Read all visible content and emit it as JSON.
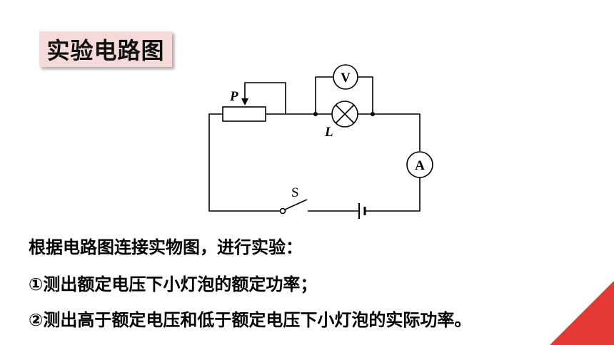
{
  "title": "实验电路图",
  "circuit": {
    "labels": {
      "rheostat_slider": "P",
      "lamp": "L",
      "voltmeter": "V",
      "ammeter": "A",
      "switch": "S"
    }
  },
  "instructions": {
    "line1": "根据电路图连接实物图，进行实验：",
    "line2": "①测出额定电压下小灯泡的额定功率；",
    "line3": "②测出高于额定电压和低于额定电压下小灯泡的实际功率。"
  },
  "colors": {
    "title_background": "#f6d9d9",
    "corner_accent": "#e53935"
  }
}
